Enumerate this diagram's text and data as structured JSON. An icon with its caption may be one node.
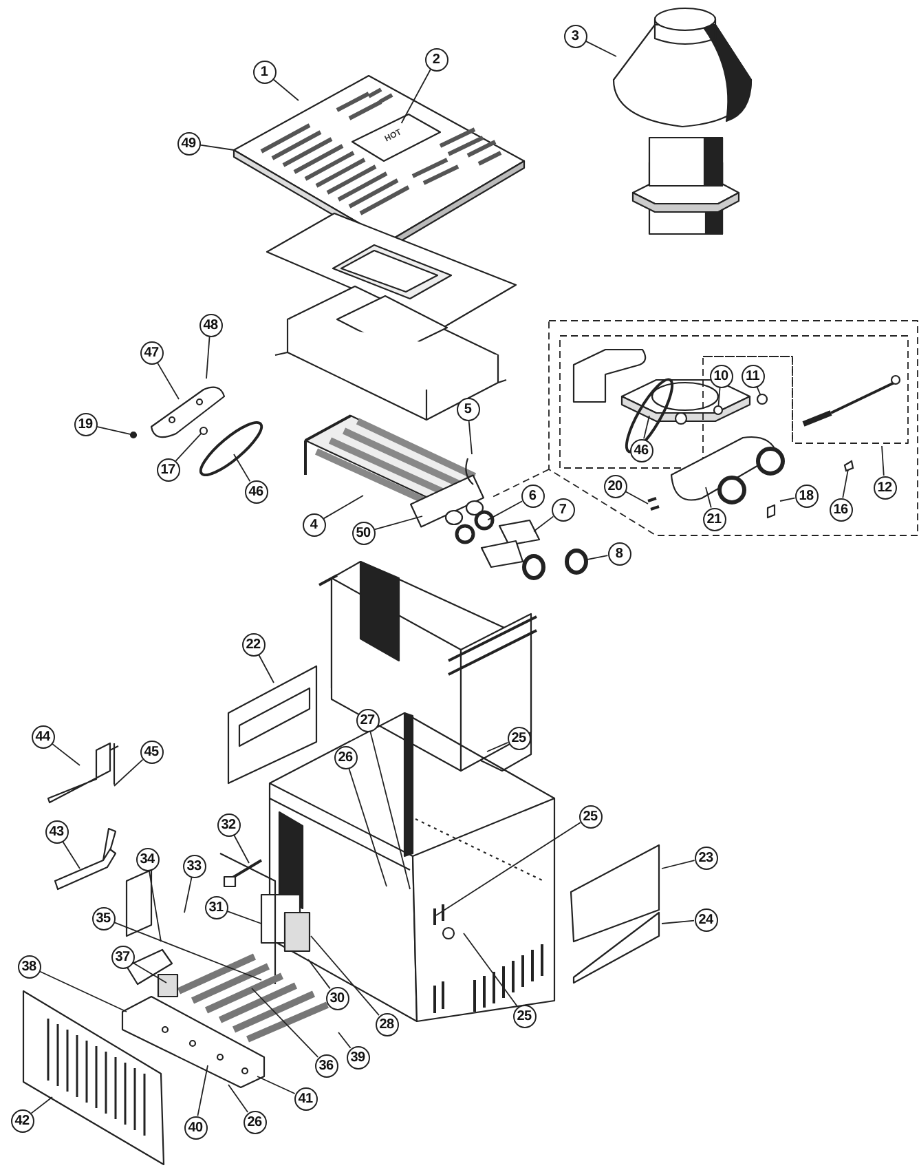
{
  "diagram": {
    "nodes": [
      {
        "text": [
          "3"
        ]
      },
      {
        "text": [
          "2"
        ]
      },
      {
        "text": [
          "1"
        ]
      },
      {
        "text": [
          "49"
        ]
      },
      {
        "text": [
          "48"
        ]
      },
      {
        "text": [
          "47"
        ]
      },
      {
        "text": [
          "10"
        ]
      },
      {
        "text": [
          "11"
        ]
      },
      {
        "text": [
          "5"
        ]
      },
      {
        "text": [
          "19"
        ]
      },
      {
        "text": [
          "46"
        ]
      },
      {
        "text": [
          "17"
        ]
      },
      {
        "text": [
          "20"
        ]
      },
      {
        "text": [
          "12"
        ]
      },
      {
        "text": [
          "46"
        ]
      },
      {
        "text": [
          "6"
        ]
      },
      {
        "text": [
          "18"
        ]
      },
      {
        "text": [
          "7"
        ]
      },
      {
        "text": [
          "16"
        ]
      },
      {
        "text": [
          "21"
        ]
      },
      {
        "text": [
          "4"
        ]
      },
      {
        "text": [
          "50"
        ]
      },
      {
        "text": [
          "8"
        ]
      },
      {
        "text": [
          "22"
        ]
      },
      {
        "text": [
          "27"
        ]
      },
      {
        "text": [
          "44"
        ]
      },
      {
        "text": [
          "25"
        ]
      },
      {
        "text": [
          "45"
        ]
      },
      {
        "text": [
          "26"
        ]
      },
      {
        "text": [
          "25"
        ]
      },
      {
        "text": [
          "32"
        ]
      },
      {
        "text": [
          "43"
        ]
      },
      {
        "text": [
          "23"
        ]
      },
      {
        "text": [
          "34"
        ]
      },
      {
        "text": [
          "33"
        ]
      },
      {
        "text": [
          "31"
        ]
      },
      {
        "text": [
          "35"
        ]
      },
      {
        "text": [
          "24"
        ]
      },
      {
        "text": [
          "37"
        ]
      },
      {
        "text": [
          "38"
        ]
      },
      {
        "text": [
          "30"
        ]
      },
      {
        "text": [
          "25"
        ]
      },
      {
        "text": [
          "28"
        ]
      },
      {
        "text": [
          "39"
        ]
      },
      {
        "text": [
          "36"
        ]
      },
      {
        "text": [
          "41"
        ]
      },
      {
        "text": [
          "42"
        ]
      },
      {
        "text": [
          "26"
        ]
      },
      {
        "text": [
          "40"
        ]
      },
      {
        "text": [
          "HOT"
        ]
      },
      {
        "text": [],
        "shape": "circle"
      },
      {
        "text": [],
        "shape": "circle"
      },
      {
        "text": [],
        "shape": "circle"
      },
      {
        "text": [],
        "shape": "circle"
      },
      {
        "text": [],
        "shape": "circle"
      },
      {
        "text": [],
        "shape": "box"
      },
      {
        "text": [],
        "shape": "circle"
      }
    ],
    "edges": [
      {
        "from": 0,
        "to": null,
        "arrow": "none"
      },
      {
        "from": 1,
        "to": 49,
        "arrow": "none"
      },
      {
        "from": 2,
        "to": null,
        "arrow": "none"
      },
      {
        "from": 3,
        "to": null,
        "arrow": "none"
      },
      {
        "from": 4,
        "to": null,
        "arrow": "none"
      },
      {
        "from": 5,
        "to": null,
        "arrow": "none"
      },
      {
        "from": 6,
        "to": 50,
        "arrow": "none"
      },
      {
        "from": 7,
        "to": 51,
        "arrow": "none"
      },
      {
        "from": 8,
        "to": null,
        "arrow": "none"
      },
      {
        "from": 9,
        "to": 52,
        "arrow": "none"
      },
      {
        "from": 10,
        "to": null,
        "arrow": "none"
      },
      {
        "from": 11,
        "to": 53,
        "arrow": "none"
      },
      {
        "from": 12,
        "to": null,
        "arrow": "none"
      },
      {
        "from": 13,
        "to": null,
        "arrow": "none"
      },
      {
        "from": 14,
        "to": null,
        "arrow": "none"
      },
      {
        "from": 15,
        "to": 54,
        "arrow": "none"
      },
      {
        "from": 16,
        "to": null,
        "arrow": "none"
      },
      {
        "from": 17,
        "to": null,
        "arrow": "none"
      },
      {
        "from": 18,
        "to": 55,
        "arrow": "none"
      },
      {
        "from": 19,
        "to": null,
        "arrow": "none"
      },
      {
        "from": 20,
        "to": null,
        "arrow": "none"
      },
      {
        "from": 21,
        "to": null,
        "arrow": "none"
      },
      {
        "from": 22,
        "to": 56,
        "arrow": "none"
      },
      {
        "from": 23,
        "to": null,
        "arrow": "none"
      },
      {
        "from": 24,
        "to": null,
        "arrow": "none"
      },
      {
        "from": 25,
        "to": null,
        "arrow": "none"
      },
      {
        "from": 26,
        "to": null,
        "arrow": "none"
      },
      {
        "from": 27,
        "to": null,
        "arrow": "none"
      },
      {
        "from": 28,
        "to": null,
        "arrow": "none"
      },
      {
        "from": 29,
        "to": null,
        "arrow": "none"
      },
      {
        "from": 30,
        "to": null,
        "arrow": "none"
      },
      {
        "from": 31,
        "to": null,
        "arrow": "none"
      },
      {
        "from": 32,
        "to": null,
        "arrow": "none"
      },
      {
        "from": 33,
        "to": null,
        "arrow": "none"
      },
      {
        "from": 34,
        "to": null,
        "arrow": "none"
      },
      {
        "from": 35,
        "to": null,
        "arrow": "none"
      },
      {
        "from": 36,
        "to": null,
        "arrow": "none"
      },
      {
        "from": 37,
        "to": null,
        "arrow": "none"
      },
      {
        "from": 38,
        "to": null,
        "arrow": "none"
      },
      {
        "from": 39,
        "to": null,
        "arrow": "none"
      },
      {
        "from": 40,
        "to": null,
        "arrow": "none"
      },
      {
        "from": 41,
        "to": null,
        "arrow": "none"
      },
      {
        "from": 42,
        "to": null,
        "arrow": "none"
      },
      {
        "from": 43,
        "to": null,
        "arrow": "none"
      },
      {
        "from": 44,
        "to": null,
        "arrow": "none"
      },
      {
        "from": 45,
        "to": null,
        "arrow": "none"
      },
      {
        "from": 46,
        "to": null,
        "arrow": "none"
      },
      {
        "from": 47,
        "to": null,
        "arrow": "none"
      },
      {
        "from": 48,
        "to": null,
        "arrow": "none"
      }
    ]
  }
}
